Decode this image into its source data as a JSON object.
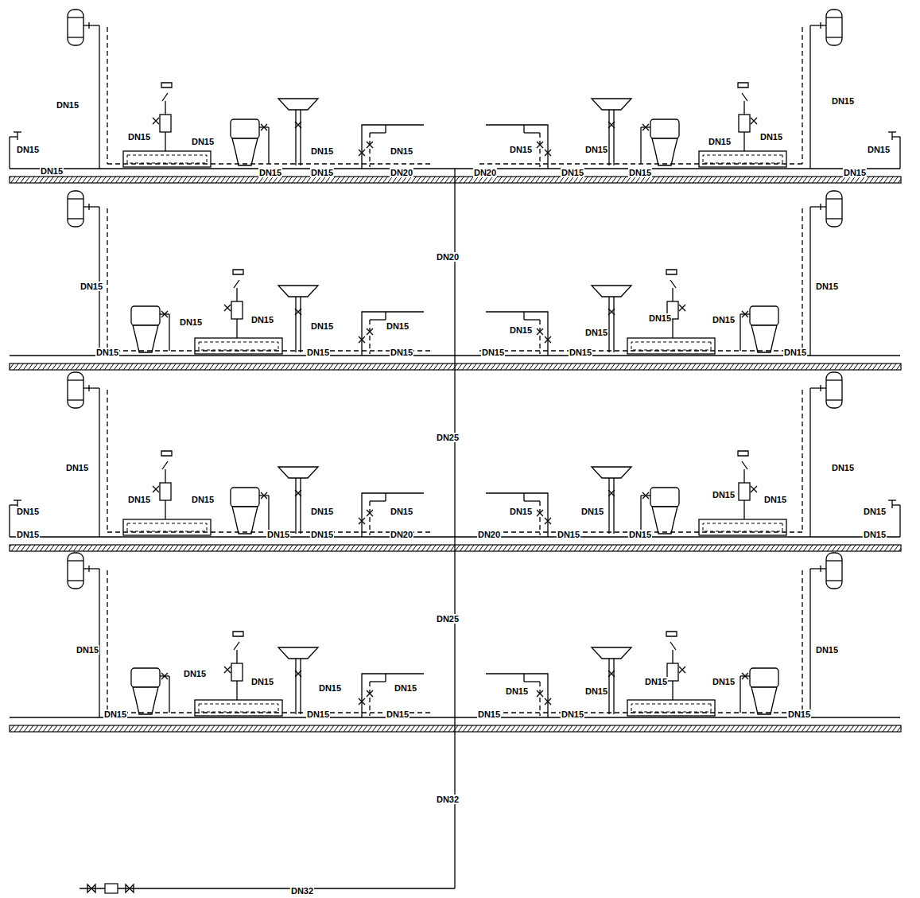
{
  "diagram": {
    "labels": [
      "DN15",
      "DN15",
      "DN15",
      "DN15",
      "DN15",
      "DN15",
      "DN15",
      "DN15",
      "DN15",
      "DN20",
      "DN20",
      "DN15",
      "DN15",
      "DN15",
      "DN15",
      "DN15",
      "DN15",
      "DN15",
      "DN15",
      "DN15",
      "DN20",
      "DN15",
      "DN15",
      "DN15",
      "DN15",
      "DN15",
      "DN15",
      "DN15",
      "DN15",
      "DN15",
      "DN15",
      "DN15",
      "DN15",
      "DN15",
      "DN15",
      "DN15",
      "DN15",
      "DN25",
      "DN15",
      "DN15",
      "DN15",
      "DN15",
      "DN15",
      "DN15",
      "DN15",
      "DN15",
      "DN15",
      "DN20",
      "DN20",
      "DN15",
      "DN15",
      "DN15",
      "DN15",
      "DN15",
      "DN15",
      "DN15",
      "DN15",
      "DN15",
      "DN25",
      "DN15",
      "DN15",
      "DN15",
      "DN15",
      "DN15",
      "DN15",
      "DN15",
      "DN15",
      "DN15",
      "DN15",
      "DN15",
      "DN15",
      "DN15",
      "DN15",
      "DN15",
      "DN15",
      "DN32",
      "DN32"
    ]
  }
}
